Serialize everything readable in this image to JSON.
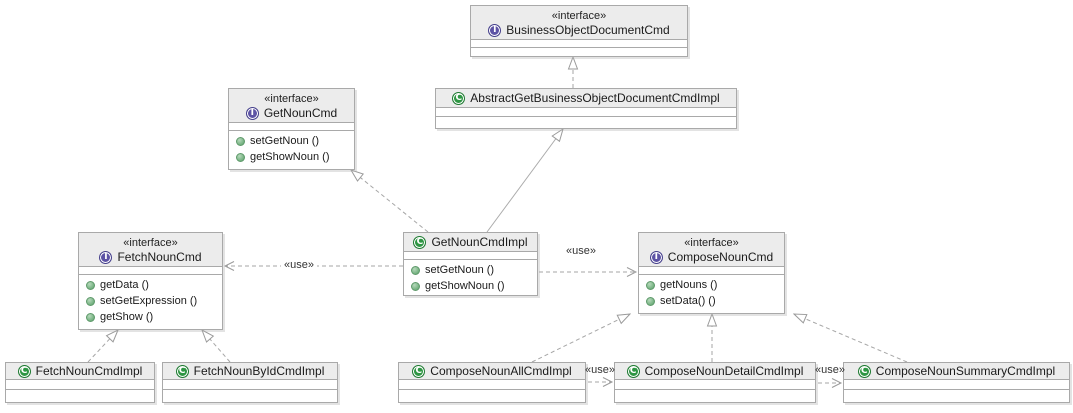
{
  "diagram": {
    "stereotype_label": "«interface»",
    "use_label": "«use»",
    "icon_letters": {
      "interface": "I",
      "class": "C"
    },
    "colors": {
      "interface_icon": "#5d53a5",
      "class_icon": "#2e9643",
      "method_icon": "#6fae7c",
      "box_border": "#a9a9a9",
      "header_fill": "#ececec",
      "connector": "#a6a6a6"
    },
    "classes": {
      "businessObjectDocumentCmd": {
        "kind": "interface",
        "name": "BusinessObjectDocumentCmd",
        "methods": []
      },
      "abstractGetBusinessObjectDocumentCmdImpl": {
        "kind": "class",
        "name": "AbstractGetBusinessObjectDocumentCmdImpl",
        "methods": []
      },
      "getNounCmd": {
        "kind": "interface",
        "name": "GetNounCmd",
        "methods": [
          "setGetNoun ()",
          "getShowNoun ()"
        ]
      },
      "getNounCmdImpl": {
        "kind": "class",
        "name": "GetNounCmdImpl",
        "methods": [
          "setGetNoun ()",
          "getShowNoun ()"
        ]
      },
      "fetchNounCmd": {
        "kind": "interface",
        "name": "FetchNounCmd",
        "methods": [
          "getData ()",
          "setGetExpression ()",
          "getShow ()"
        ]
      },
      "composeNounCmd": {
        "kind": "interface",
        "name": "ComposeNounCmd",
        "methods": [
          "getNouns ()",
          "setData() ()"
        ]
      },
      "fetchNounCmdImpl": {
        "kind": "class",
        "name": "FetchNounCmdImpl",
        "methods": []
      },
      "fetchNounByIdCmdImpl": {
        "kind": "class",
        "name": "FetchNounByIdCmdImpl",
        "methods": []
      },
      "composeNounAllCmdImpl": {
        "kind": "class",
        "name": "ComposeNounAllCmdImpl",
        "methods": []
      },
      "composeNounDetailCmdImpl": {
        "kind": "class",
        "name": "ComposeNounDetailCmdImpl",
        "methods": []
      },
      "composeNounSummaryCmdImpl": {
        "kind": "class",
        "name": "ComposeNounSummaryCmdImpl",
        "methods": []
      }
    },
    "relationships": [
      {
        "from": "AbstractGetBusinessObjectDocumentCmdImpl",
        "to": "BusinessObjectDocumentCmd",
        "type": "realization"
      },
      {
        "from": "GetNounCmdImpl",
        "to": "AbstractGetBusinessObjectDocumentCmdImpl",
        "type": "generalization"
      },
      {
        "from": "GetNounCmdImpl",
        "to": "GetNounCmd",
        "type": "realization"
      },
      {
        "from": "GetNounCmdImpl",
        "to": "FetchNounCmd",
        "type": "use"
      },
      {
        "from": "GetNounCmdImpl",
        "to": "ComposeNounCmd",
        "type": "use"
      },
      {
        "from": "FetchNounCmdImpl",
        "to": "FetchNounCmd",
        "type": "realization"
      },
      {
        "from": "FetchNounByIdCmdImpl",
        "to": "FetchNounCmd",
        "type": "realization"
      },
      {
        "from": "ComposeNounAllCmdImpl",
        "to": "ComposeNounCmd",
        "type": "realization"
      },
      {
        "from": "ComposeNounDetailCmdImpl",
        "to": "ComposeNounCmd",
        "type": "realization"
      },
      {
        "from": "ComposeNounSummaryCmdImpl",
        "to": "ComposeNounCmd",
        "type": "realization"
      },
      {
        "from": "ComposeNounAllCmdImpl",
        "to": "ComposeNounDetailCmdImpl",
        "type": "use"
      },
      {
        "from": "ComposeNounDetailCmdImpl",
        "to": "ComposeNounSummaryCmdImpl",
        "type": "use"
      }
    ]
  }
}
